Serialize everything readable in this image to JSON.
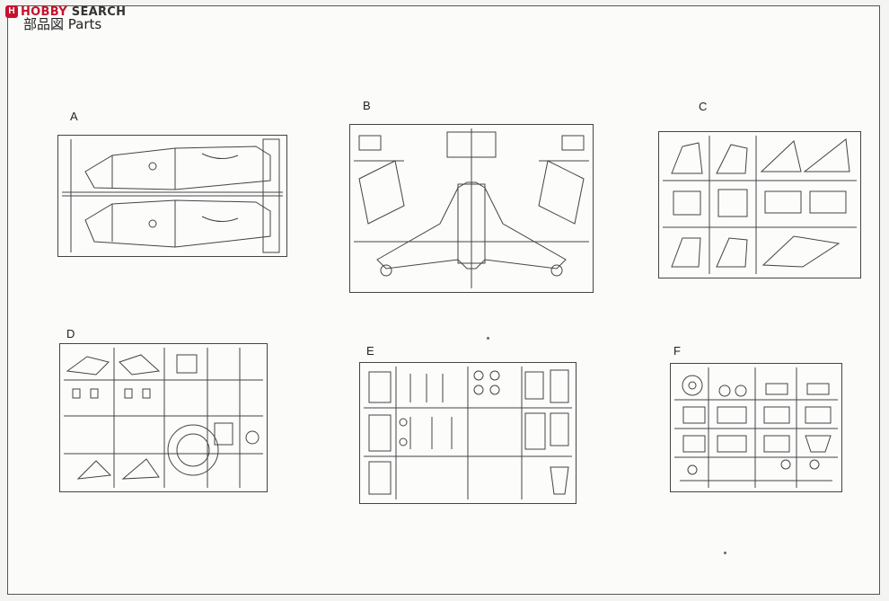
{
  "watermark": {
    "badge": "H",
    "brand_red": "HOBBY",
    "brand_dark": " SEARCH",
    "color": "#c8102e"
  },
  "title": "部品図 Parts",
  "sprues": [
    {
      "label": "A"
    },
    {
      "label": "B"
    },
    {
      "label": "C"
    },
    {
      "label": "D"
    },
    {
      "label": "E"
    },
    {
      "label": "F"
    }
  ]
}
